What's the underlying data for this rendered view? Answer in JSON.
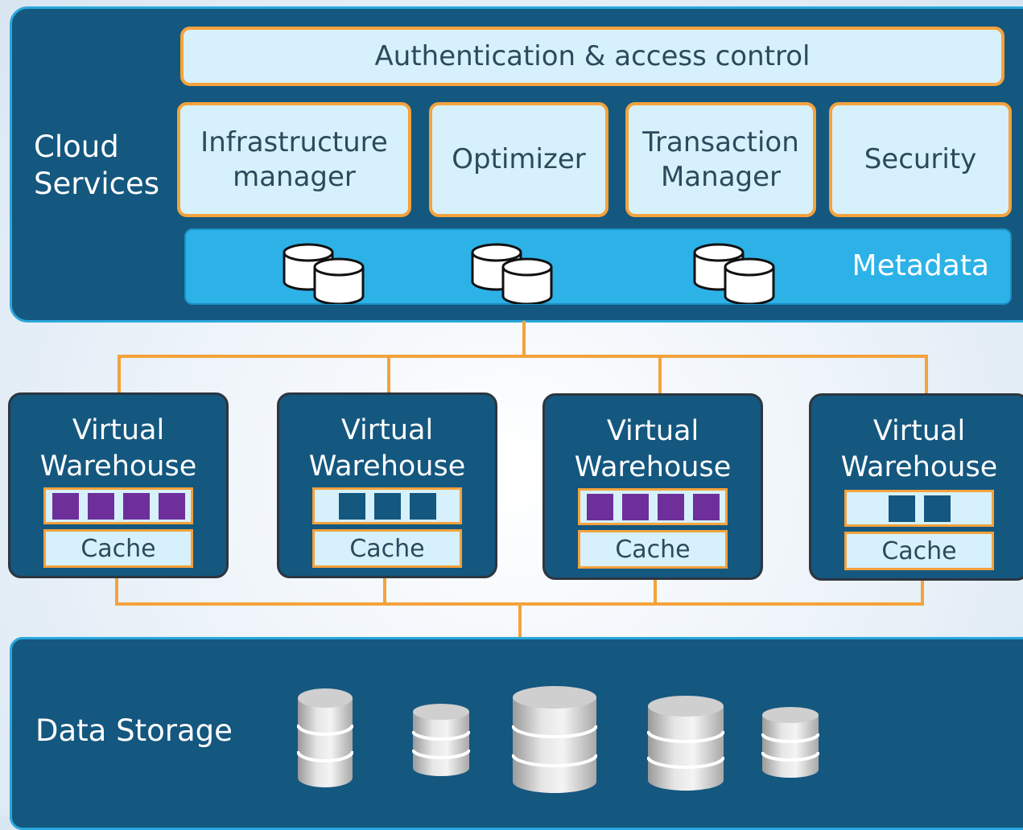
{
  "colors": {
    "panel": "#14577f",
    "panel_border": "#2aa7dc",
    "box_fill": "#d6f1fb",
    "box_border": "#f4a23c",
    "metadata_bar": "#2db2e8",
    "connector": "#f4a23c",
    "slot_purple": "#6e2f9b",
    "slot_navy": "#14577f"
  },
  "cloud_services": {
    "label": "Cloud\nServices",
    "auth_label": "Authentication & access control",
    "modules": [
      {
        "label": "Infrastructure\nmanager"
      },
      {
        "label": "Optimizer"
      },
      {
        "label": "Transaction\nManager"
      },
      {
        "label": "Security"
      }
    ],
    "metadata_label": "Metadata",
    "metadata_icon": "database-cylinders-icon"
  },
  "warehouses": [
    {
      "title": "Virtual\nWarehouse",
      "slots": 4,
      "slot_color": "purple",
      "cache_label": "Cache"
    },
    {
      "title": "Virtual\nWarehouse",
      "slots": 3,
      "slot_color": "navy",
      "cache_label": "Cache"
    },
    {
      "title": "Virtual\nWarehouse",
      "slots": 4,
      "slot_color": "purple",
      "cache_label": "Cache"
    },
    {
      "title": "Virtual\nWarehouse",
      "slots": 2,
      "slot_color": "navy",
      "cache_label": "Cache"
    }
  ],
  "data_storage": {
    "label": "Data Storage",
    "disk_icon": "database-disk-icon"
  }
}
